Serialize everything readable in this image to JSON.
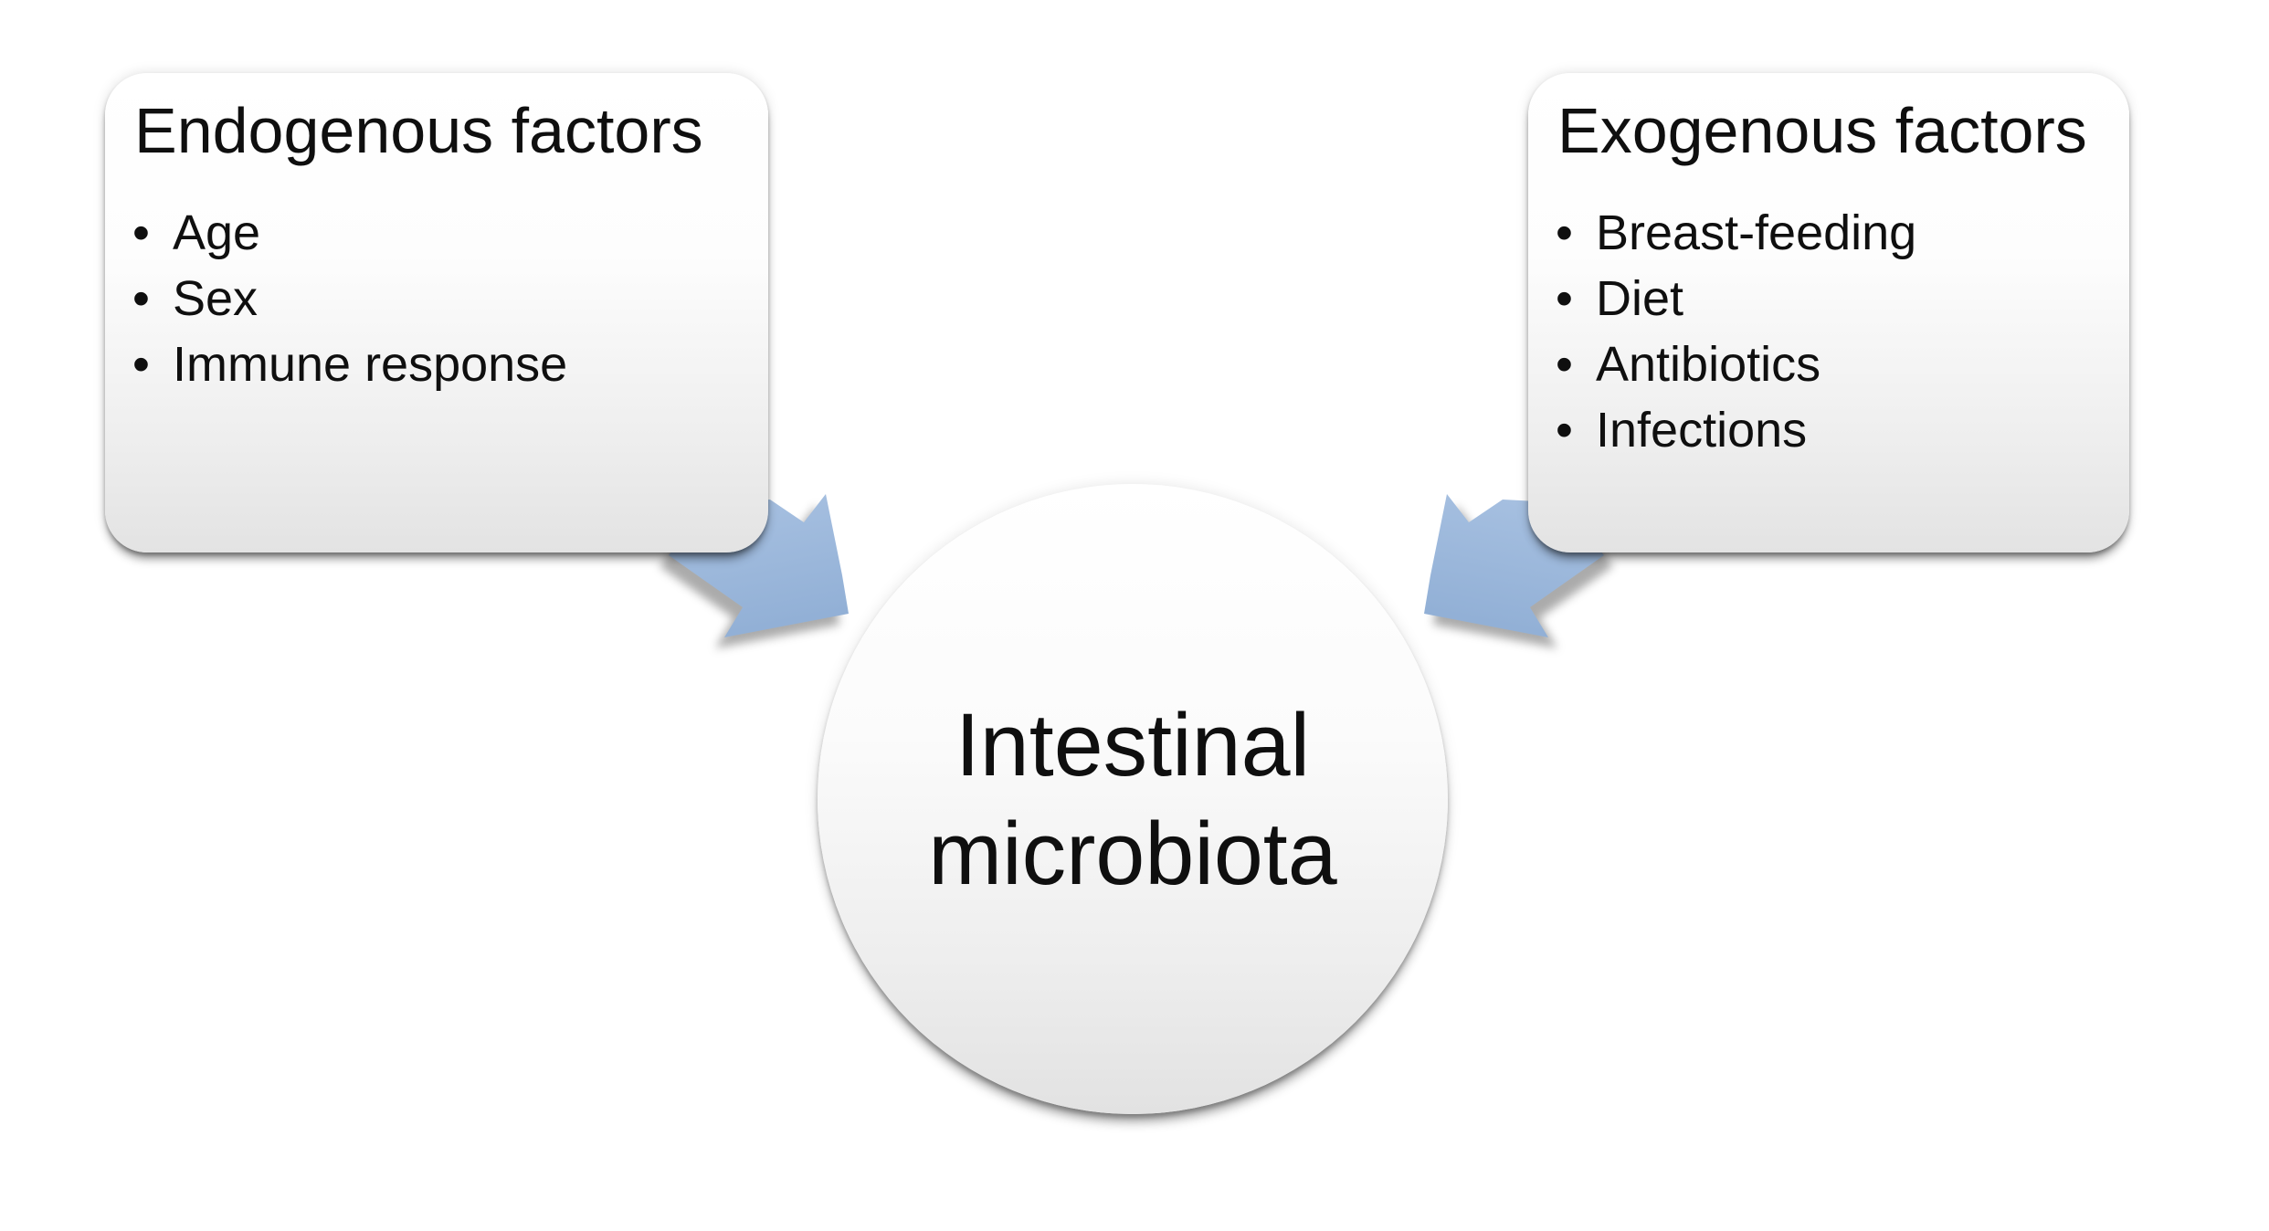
{
  "diagram": {
    "bullet_char": "•",
    "boxes": [
      {
        "id": "endogenous",
        "title": "Endogenous factors",
        "items": [
          "Age",
          "Sex",
          "Immune response"
        ]
      },
      {
        "id": "exogenous",
        "title": "Exogenous factors",
        "items": [
          "Breast-feeding",
          "Diet",
          "Antibiotics",
          "Infections"
        ]
      }
    ],
    "center": {
      "line1": "Intestinal",
      "line2": "microbiota"
    },
    "colors": {
      "background": "#ffffff",
      "text": "#0f0f0f",
      "box_gradient_top": "#ffffff",
      "box_gradient_bottom": "#e3e3e3",
      "circle_gradient_top": "#ffffff",
      "circle_gradient_bottom": "#e2e2e2",
      "arrow_fill_light": "#a9c2e2",
      "arrow_fill_dark": "#92b0d6",
      "shadow": "#8f8f8f"
    }
  }
}
